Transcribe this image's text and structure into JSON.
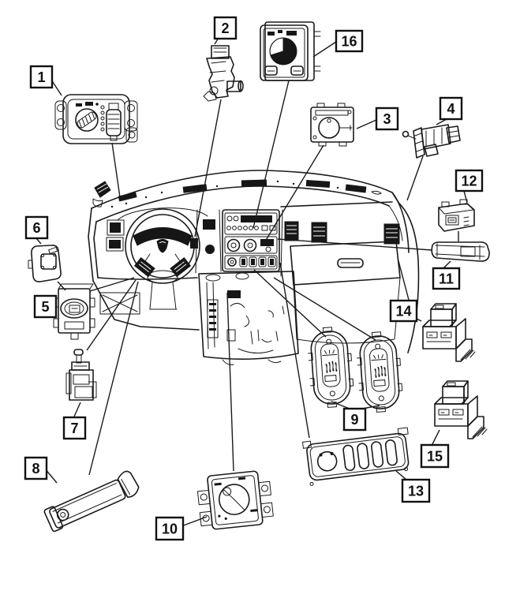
{
  "diagram": {
    "kind": "exploded-parts-line-diagram",
    "subject": "truck instrument panel switches",
    "colors": {
      "line": "#1a1a1a",
      "background": "#ffffff",
      "dark_fill": "#161616"
    },
    "callouts": [
      {
        "label": "1",
        "part": "headlamp-switch-module"
      },
      {
        "label": "2",
        "part": "column-bracket-switch"
      },
      {
        "label": "3",
        "part": "rotary-dial-switch"
      },
      {
        "label": "4",
        "part": "ignition-switch"
      },
      {
        "label": "5",
        "part": "transfer-case-switch"
      },
      {
        "label": "6",
        "part": "switch-bezel-plate"
      },
      {
        "label": "7",
        "part": "plunger-switch"
      },
      {
        "label": "8",
        "part": "door-jamb-switch-bracket"
      },
      {
        "label": "9",
        "part": "heated-seat-switches"
      },
      {
        "label": "10",
        "part": "four-wheel-drive-rotary-switch"
      },
      {
        "label": "11",
        "part": "sensor-strip-module"
      },
      {
        "label": "12",
        "part": "small-control-module"
      },
      {
        "label": "13",
        "part": "lower-switch-bank"
      },
      {
        "label": "14",
        "part": "relay-switch-upper"
      },
      {
        "label": "15",
        "part": "relay-switch-lower"
      },
      {
        "label": "16",
        "part": "headlamp-panel-switch"
      }
    ]
  }
}
